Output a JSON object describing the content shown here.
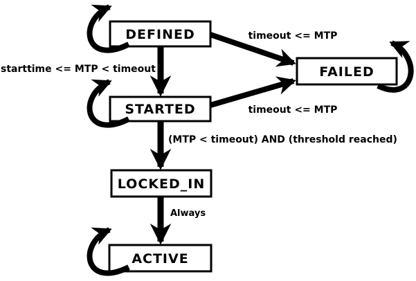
{
  "diagram": {
    "type": "state-machine",
    "background_color": "#ffffff",
    "line_color": "#000000",
    "box_fill_color": "#ffffff",
    "states": {
      "defined": {
        "label": "DEFINED",
        "self_loop": true
      },
      "failed": {
        "label": "FAILED",
        "self_loop": true
      },
      "started": {
        "label": "STARTED",
        "self_loop": true
      },
      "locked_in": {
        "label": "LOCKED_IN",
        "self_loop": false
      },
      "active": {
        "label": "ACTIVE",
        "self_loop": true
      }
    },
    "transitions": [
      {
        "from": "DEFINED",
        "to": "STARTED",
        "label": "starttime <= MTP < timeout"
      },
      {
        "from": "DEFINED",
        "to": "FAILED",
        "label": "timeout <= MTP"
      },
      {
        "from": "STARTED",
        "to": "FAILED",
        "label": "timeout <= MTP"
      },
      {
        "from": "STARTED",
        "to": "LOCKED_IN",
        "label": "(MTP < timeout) AND (threshold reached)"
      },
      {
        "from": "LOCKED_IN",
        "to": "ACTIVE",
        "label": "Always"
      },
      {
        "from": "DEFINED",
        "to": "DEFINED",
        "label": ""
      },
      {
        "from": "STARTED",
        "to": "STARTED",
        "label": ""
      },
      {
        "from": "FAILED",
        "to": "FAILED",
        "label": ""
      },
      {
        "from": "ACTIVE",
        "to": "ACTIVE",
        "label": ""
      }
    ]
  }
}
